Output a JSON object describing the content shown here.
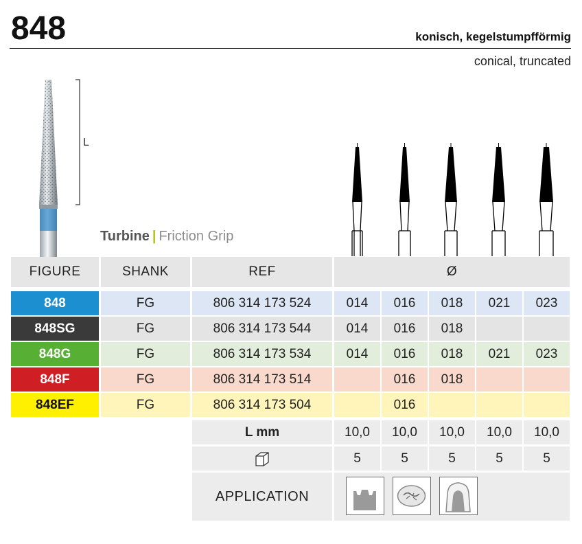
{
  "header": {
    "model": "848",
    "name_de": "konisch, kegelstumpfförmig",
    "name_en": "conical, truncated"
  },
  "illustration": {
    "length_label": "L",
    "grip_type_bold": "Turbine",
    "grip_separator": "|",
    "grip_type_light": "Friction Grip"
  },
  "table": {
    "headers": {
      "figure": "FIGURE",
      "shank": "SHANK",
      "ref": "REF",
      "diameter": "Ø"
    },
    "rows": [
      {
        "figure": "848",
        "shank": "FG",
        "ref": "806 314 173 524",
        "sizes": [
          "014",
          "016",
          "018",
          "021",
          "023"
        ],
        "color": "#1b8fd0",
        "text_color": "#ffffff",
        "tint": "#dde6f4"
      },
      {
        "figure": "848SG",
        "shank": "FG",
        "ref": "806 314 173 544",
        "sizes": [
          "014",
          "016",
          "018",
          "",
          ""
        ],
        "color": "#3a3a3a",
        "text_color": "#ffffff",
        "tint": "#e4e4e4"
      },
      {
        "figure": "848G",
        "shank": "FG",
        "ref": "806 314 173 534",
        "sizes": [
          "014",
          "016",
          "018",
          "021",
          "023"
        ],
        "color": "#57b033",
        "text_color": "#ffffff",
        "tint": "#e3eddb"
      },
      {
        "figure": "848F",
        "shank": "FG",
        "ref": "806 314 173 514",
        "sizes": [
          "",
          "016",
          "018",
          "",
          ""
        ],
        "color": "#d01f24",
        "text_color": "#ffffff",
        "tint": "#f8d9cc"
      },
      {
        "figure": "848EF",
        "shank": "FG",
        "ref": "806 314 173 504",
        "sizes": [
          "",
          "016",
          "",
          "",
          ""
        ],
        "color": "#fff000",
        "text_color": "#111111",
        "tint": "#fff5bb"
      }
    ],
    "length_label": "L mm",
    "lengths": [
      "10,0",
      "10,0",
      "10,0",
      "10,0",
      "10,0"
    ],
    "pack_icon": "package-box-icon",
    "pack_qty": [
      "5",
      "5",
      "5",
      "5",
      "5"
    ],
    "application_label": "APPLICATION",
    "application_icons": [
      "cavity-preparation-icon",
      "occlusal-surface-icon",
      "crown-preparation-icon"
    ]
  }
}
